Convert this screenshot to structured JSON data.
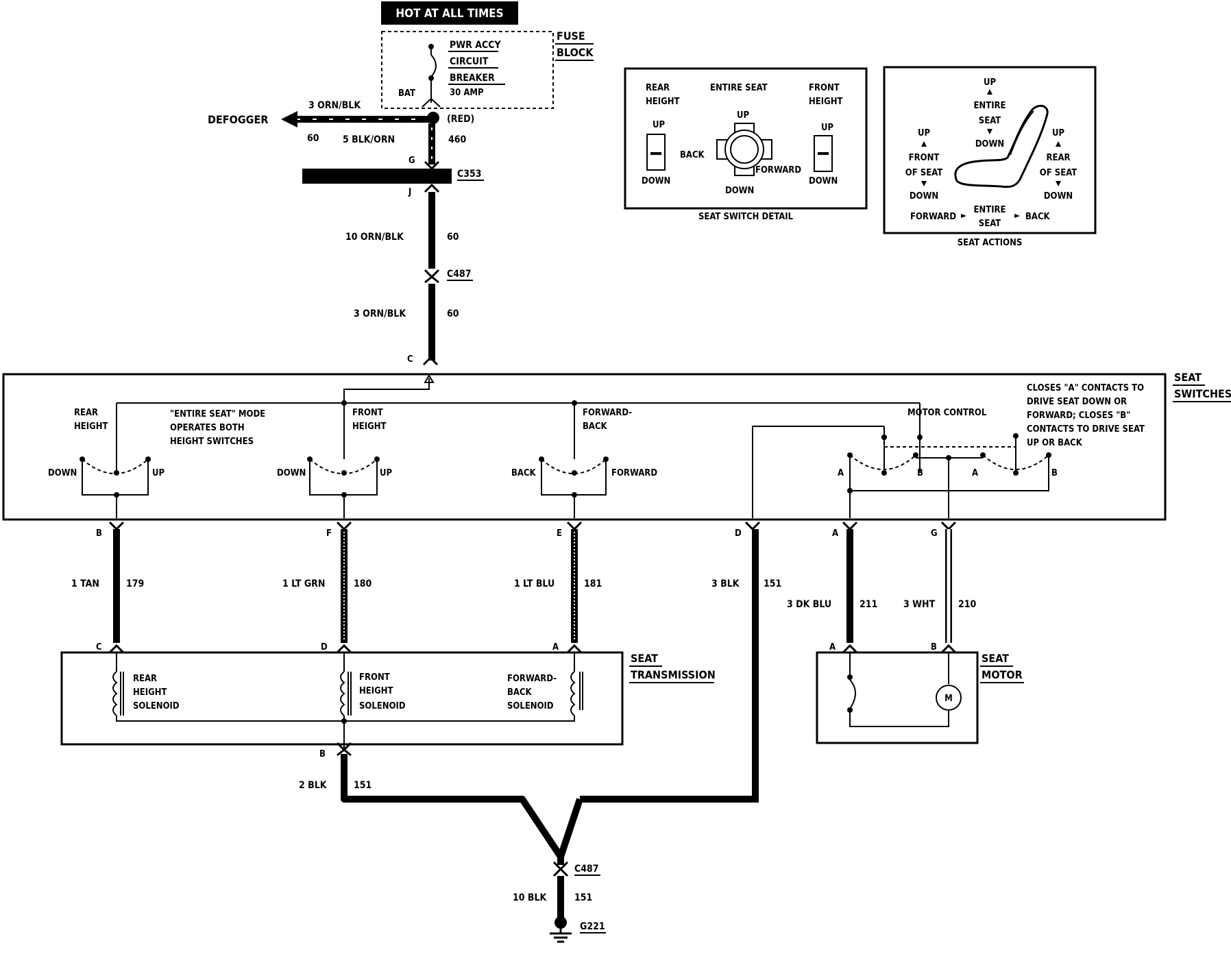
{
  "power": {
    "hot_label": "HOT AT ALL TIMES",
    "breaker_line1": "PWR ACCY",
    "breaker_line2": "CIRCUIT",
    "breaker_line3": "BREAKER",
    "breaker_rating": "30 AMP",
    "bat_label": "BAT",
    "fuse_block_line1": "FUSE",
    "fuse_block_line2": "BLOCK",
    "red_label": "(RED)"
  },
  "defogger": {
    "label": "DEFOGGER",
    "wire": "3 ORN/BLK",
    "circuit": "60"
  },
  "feed": {
    "wire_top": "5 BLK/ORN",
    "circuit_top": "460",
    "pin_g": "G",
    "c353": "C353",
    "pin_j": "J",
    "wire_mid": "10 ORN/BLK",
    "circuit_mid": "60",
    "c487": "C487",
    "wire_low": "3 ORN/BLK",
    "circuit_low": "60",
    "pin_c": "C"
  },
  "seat_switch_detail": {
    "rear_line1": "REAR",
    "rear_line2": "HEIGHT",
    "entire_seat": "ENTIRE SEAT",
    "front_line1": "FRONT",
    "front_line2": "HEIGHT",
    "up_left": "UP",
    "down_left": "DOWN",
    "up_center": "UP",
    "back": "BACK",
    "forward": "FORWARD",
    "down_center": "DOWN",
    "up_right": "UP",
    "down_right": "DOWN",
    "caption": "SEAT SWITCH DETAIL"
  },
  "seat_actions": {
    "up_top": "UP",
    "entire_seat_1": "ENTIRE",
    "entire_seat_2": "SEAT",
    "down_top": "DOWN",
    "front_up": "UP",
    "front_line1": "FRONT",
    "front_line2": "OF SEAT",
    "front_down": "DOWN",
    "rear_up": "UP",
    "rear_line1": "REAR",
    "rear_line2": "OF SEAT",
    "rear_down": "DOWN",
    "forward": "FORWARD",
    "entire_bottom_1": "ENTIRE",
    "entire_bottom_2": "SEAT",
    "back": "BACK",
    "caption": "SEAT ACTIONS"
  },
  "seat_switches": {
    "title_line1": "SEAT",
    "title_line2": "SWITCHES",
    "note_line1": "CLOSES \"A\" CONTACTS TO",
    "note_line2": "DRIVE SEAT DOWN OR",
    "note_line3": "FORWARD; CLOSES \"B\"",
    "note_line4": "CONTACTS TO DRIVE SEAT",
    "note_line5": "UP OR BACK",
    "rear_line1": "REAR",
    "rear_line2": "HEIGHT",
    "mode_line1": "\"ENTIRE SEAT\" MODE",
    "mode_line2": "OPERATES BOTH",
    "mode_line3": "HEIGHT SWITCHES",
    "front_line1": "FRONT",
    "front_line2": "HEIGHT",
    "fb_line1": "FORWARD-",
    "fb_line2": "BACK",
    "motor_control": "MOTOR CONTROL",
    "down1": "DOWN",
    "up1": "UP",
    "down2": "DOWN",
    "up2": "UP",
    "back3": "BACK",
    "forward3": "FORWARD",
    "mc_a1": "A",
    "mc_b1": "B",
    "mc_a2": "A",
    "mc_b2": "B"
  },
  "circuits": [
    {
      "pin_top": "B",
      "wire": "1 TAN",
      "circuit": "179",
      "pin_bottom": "C"
    },
    {
      "pin_top": "F",
      "wire": "1 LT GRN",
      "circuit": "180",
      "pin_bottom": "D"
    },
    {
      "pin_top": "E",
      "wire": "1 LT BLU",
      "circuit": "181",
      "pin_bottom": "A"
    },
    {
      "pin_top": "D",
      "wire": "3 BLK",
      "circuit": "151"
    },
    {
      "pin_top": "A",
      "wire": "3 DK BLU",
      "circuit": "211",
      "pin_bottom": "A"
    },
    {
      "pin_top": "G",
      "wire": "3 WHT",
      "circuit": "210",
      "pin_bottom": "B"
    }
  ],
  "seat_transmission": {
    "title_line1": "SEAT",
    "title_line2": "TRANSMISSION",
    "rear_line1": "REAR",
    "rear_line2": "HEIGHT",
    "rear_line3": "SOLENOID",
    "front_line1": "FRONT",
    "front_line2": "HEIGHT",
    "front_line3": "SOLENOID",
    "fb_line1": "FORWARD-",
    "fb_line2": "BACK",
    "fb_line3": "SOLENOID",
    "pin_b": "B"
  },
  "seat_motor": {
    "title_line1": "SEAT",
    "title_line2": "MOTOR",
    "motor_symbol": "M"
  },
  "ground": {
    "wire_2blk": "2 BLK",
    "circuit_2blk": "151",
    "c487": "C487",
    "wire_10blk": "10 BLK",
    "circuit_10blk": "151",
    "ground_label": "G221"
  }
}
